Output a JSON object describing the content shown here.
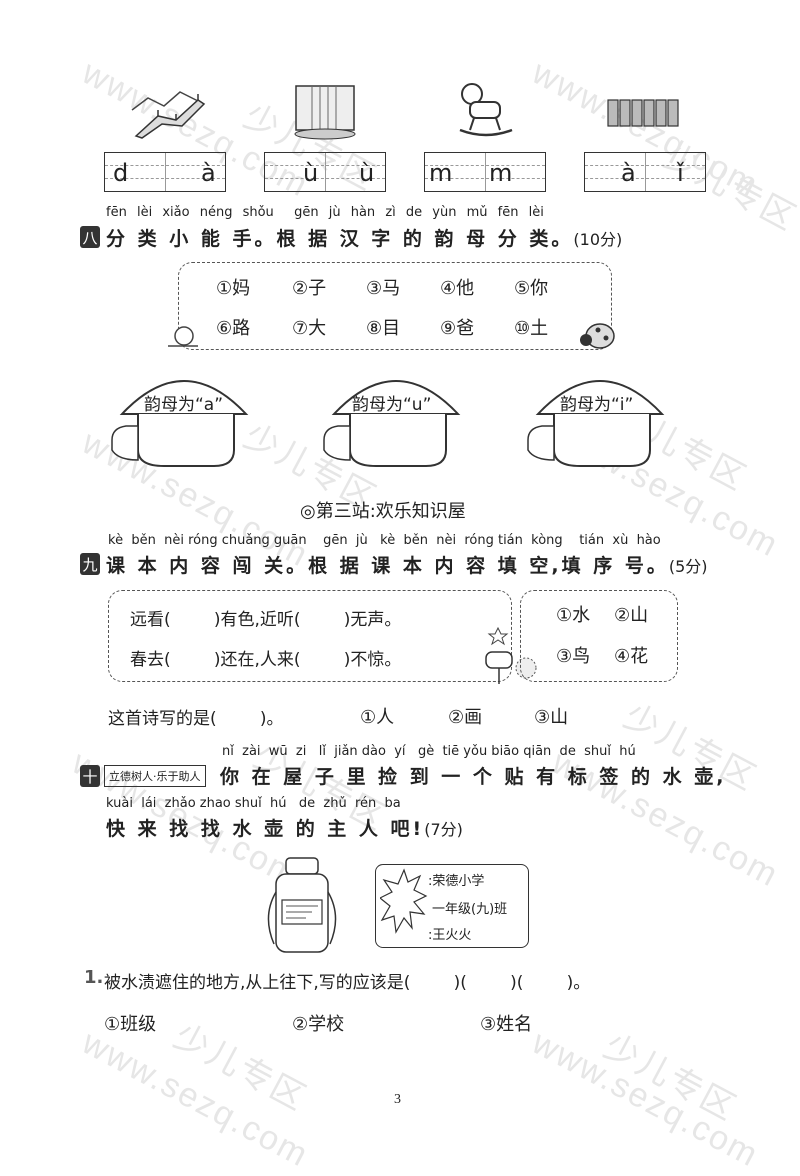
{
  "watermark": {
    "site": "www.sezq.com",
    "brand": "少儿专区"
  },
  "section7": {
    "grids": [
      {
        "chars": [
          "d",
          "à"
        ]
      },
      {
        "chars": [
          "ù",
          "ù"
        ]
      },
      {
        "chars": [
          "m",
          "m"
        ]
      },
      {
        "chars": [
          "à",
          "ǐ"
        ]
      }
    ],
    "images": [
      "great-wall-icon",
      "waterfall-icon",
      "rocking-horse-icon",
      "crayons-icon"
    ]
  },
  "section8": {
    "num": "八",
    "pinyin": [
      "fēn",
      "lèi",
      "xiǎo",
      "néng",
      "shǒu",
      "gēn",
      "jù",
      "hàn",
      "zì",
      "de",
      "yùn",
      "mǔ",
      "fēn",
      "lèi"
    ],
    "title": "分 类 小 能 手。根 据 汉 字 的 韵 母 分 类。",
    "score": "(10分)",
    "items": [
      "①妈",
      "②子",
      "③马",
      "④他",
      "⑤你",
      "⑥路",
      "⑦大",
      "⑧目",
      "⑨爸",
      "⑩土"
    ],
    "mushrooms": [
      "韵母为“a”",
      "韵母为“u”",
      "韵母为“i”"
    ]
  },
  "station": "◎第三站:欢乐知识屋",
  "section9": {
    "num": "九",
    "pinyin": "kè  běn  nèi róng chuǎng guān    gēn  jù   kè  běn  nèi  róng tián  kòng    tián  xù  hào",
    "title": "课 本 内 容  闯  关。根 据 课 本 内 容 填 空,填 序 号。",
    "score": "(5分)",
    "poem": [
      "远看(        )有色,近听(        )无声。",
      "春去(        )还在,人来(        )不惊。"
    ],
    "options": [
      "①水",
      "②山",
      "③鸟",
      "④花"
    ],
    "question": "这首诗写的是(        )。",
    "answers": [
      "①人",
      "②画",
      "③山"
    ]
  },
  "section10": {
    "num": "十",
    "tag": "立德树人·乐于助人",
    "pinyin1": "nǐ  zài  wū  zi   lǐ  jiǎn dào  yí   gè  tiē yǒu biāo qiān  de  shuǐ  hú",
    "line1": "你 在 屋 子 里 捡 到 一 个 贴 有 标 签 的 水 壶,",
    "pinyin2": "kuài  lái  zhǎo zhao shuǐ  hú   de  zhǔ  rén  ba",
    "line2": "快 来 找 找 水 壶 的 主 人 吧!",
    "score": "(7分)",
    "label": [
      ":荣德小学",
      "一年级(九)班",
      ":王火火"
    ],
    "q1_num": "1.",
    "q1": "被水渍遮住的地方,从上往下,写的应该是(        )(        )(        )。",
    "q1_opts": [
      "①班级",
      "②学校",
      "③姓名"
    ]
  },
  "page_number": "3"
}
